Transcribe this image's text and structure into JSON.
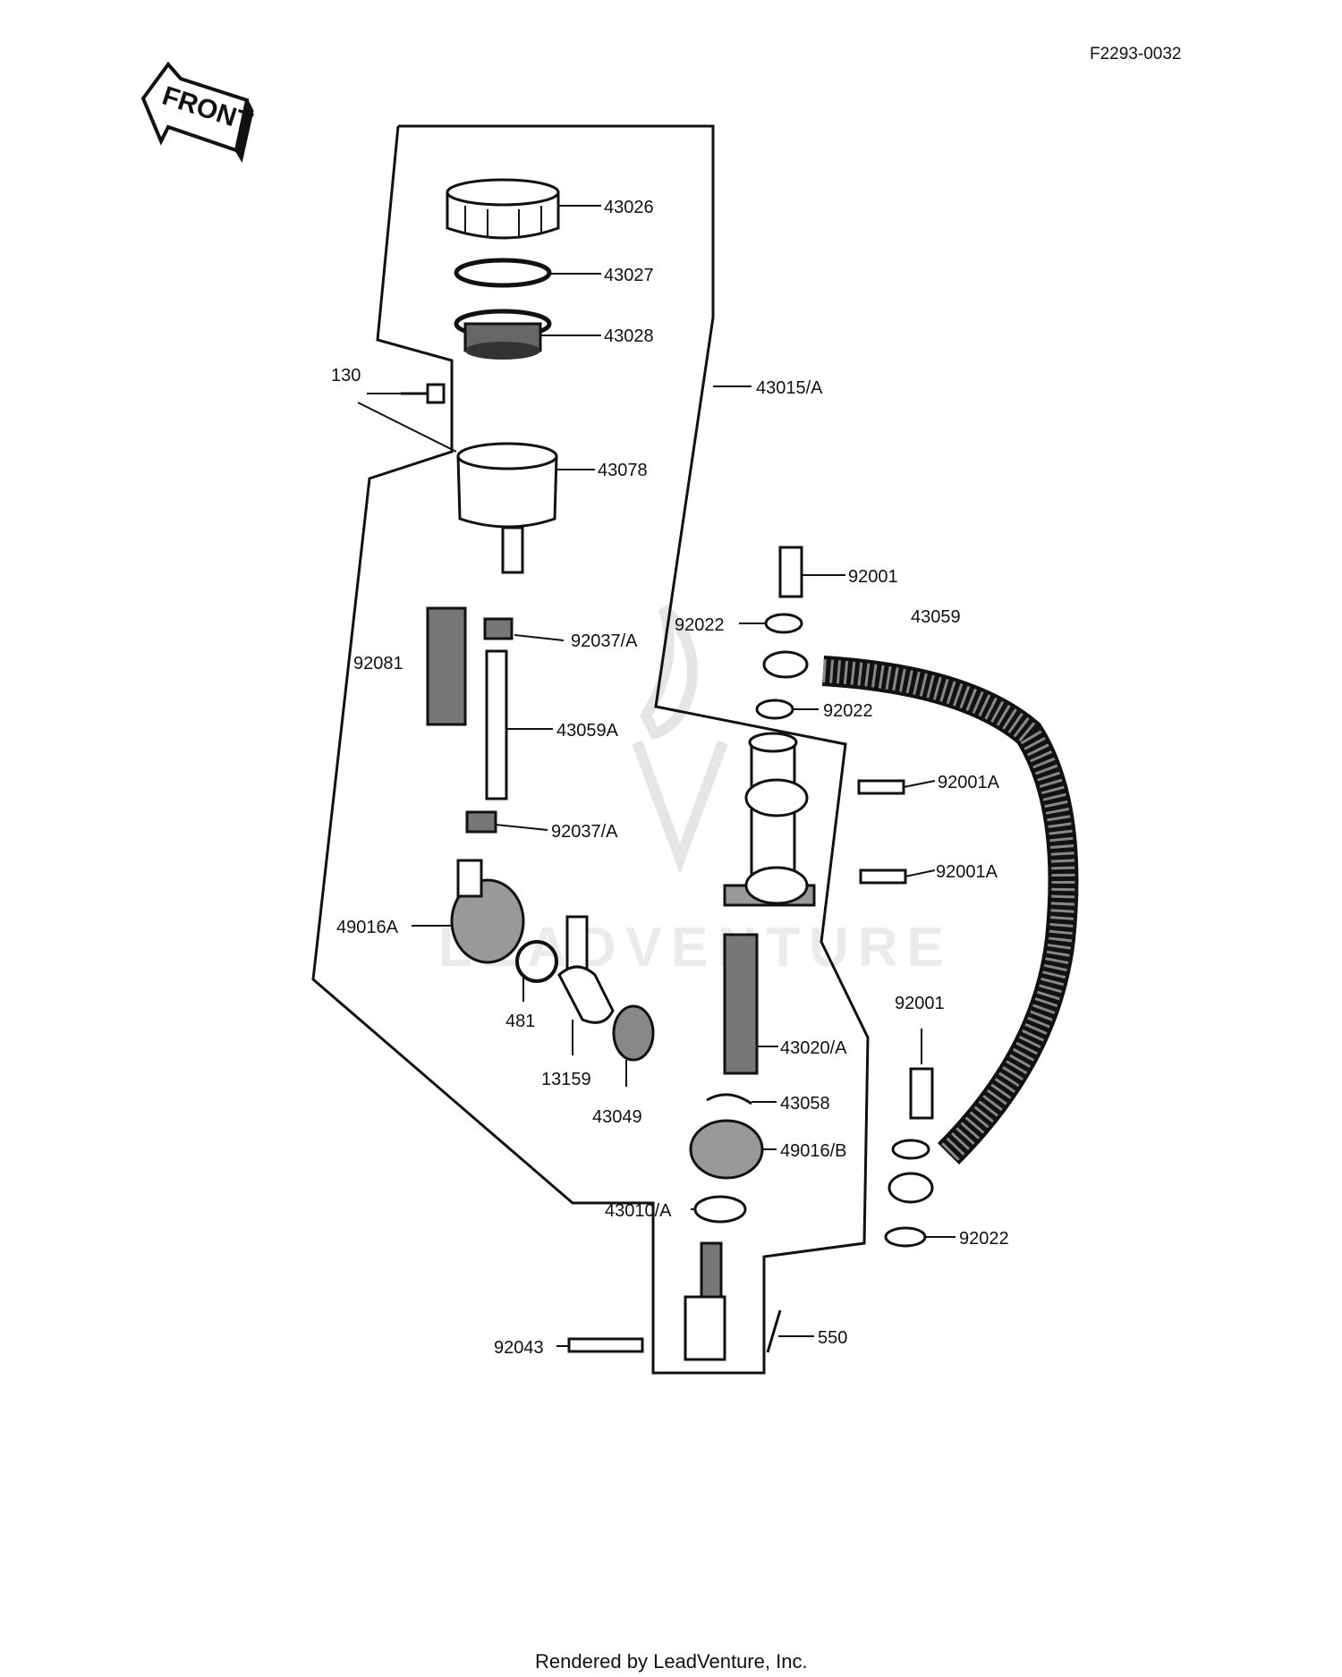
{
  "diagram_code": "F2293-0032",
  "front_label": "FRONT",
  "footer": "Rendered by LeadVenture, Inc.",
  "watermark": "LEADVENTURE",
  "callouts": [
    "43026",
    "43027",
    "43028",
    "130",
    "43015/A",
    "43078",
    "92001",
    "92022",
    "43059",
    "92037/A",
    "92081",
    "92022",
    "43059A",
    "92001A",
    "92037/A",
    "92001A",
    "49016A",
    "481",
    "13159",
    "43049",
    "43020/A",
    "43058",
    "92001",
    "49016/B",
    "43010/A",
    "92022",
    "92043",
    "550"
  ],
  "icons": {
    "front_arrow": "front-arrow-icon",
    "watermark": "leadventure-logo-icon"
  }
}
